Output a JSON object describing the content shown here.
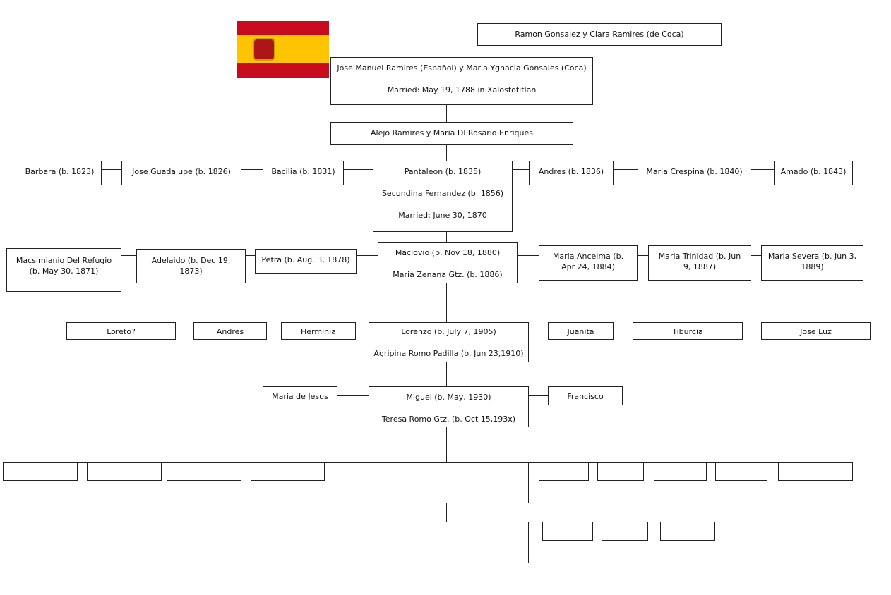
{
  "colors": {
    "flag_red": "#c60b1e",
    "flag_yellow": "#ffc400"
  },
  "flag_icon": "spain-flag",
  "gen0": {
    "text": "Ramon Gonsalez y Clara Ramires (de Coca)"
  },
  "gen1": {
    "line1": "Jose Manuel Ramires (Español) y Maria Ygnacia Gonsales (Coca)",
    "line2": "Married: May 19, 1788 in Xalostotitlan"
  },
  "gen2": {
    "text": "Alejo Ramires y Maria Dl Rosario Enriques"
  },
  "gen3": {
    "siblings": [
      "Barbara (b. 1823)",
      "Jose Guadalupe (b. 1826)",
      "Bacilia (b. 1831)",
      "Andres (b. 1836)",
      "Maria Crespina (b. 1840)",
      "Amado (b. 1843)"
    ],
    "main": {
      "line1": "Pantaleon (b. 1835)",
      "line2": "Secundina Fernandez (b. 1856)",
      "line3": "Married: June 30, 1870"
    }
  },
  "gen4": {
    "siblings": [
      "Macsimianio Del Refugio (b. May 30, 1871)",
      "Adelaido (b. Dec 19, 1873)",
      "Petra (b. Aug. 3, 1878)",
      "Maria Ancelma (b. Apr 24, 1884)",
      "Maria Trinidad (b. Jun 9, 1887)",
      "Maria Severa (b. Jun 3, 1889)"
    ],
    "main": {
      "line1": "Maclovio (b. Nov 18, 1880)",
      "line2": "Maria Zenana Gtz. (b. 1886)"
    }
  },
  "gen5": {
    "siblings": [
      "Loreto?",
      "Andres",
      "Herminia",
      "Juanita",
      "Tiburcia",
      "Jose Luz"
    ],
    "main": {
      "line1": "Lorenzo (b. July 7, 1905)",
      "line2": "Agripina Romo Padilla (b. Jun 23,1910)"
    }
  },
  "gen6": {
    "siblings": [
      "Maria de Jesus",
      "Francisco"
    ],
    "main": {
      "line1": "Miguel (b. May, 1930)",
      "line2": "Teresa Romo Gtz. (b. Oct 15,193x)"
    }
  }
}
